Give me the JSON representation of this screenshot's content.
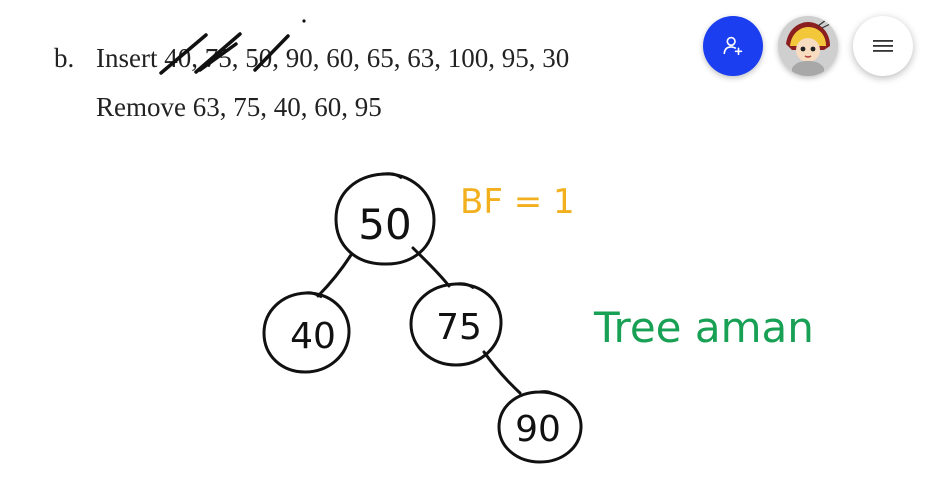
{
  "problem": {
    "marker": "b.",
    "insert_line": "Insert 40, 75, 50, 90, 60, 65, 63, 100, 95, 30",
    "remove_line": "Remove 63, 75, 40, 60, 95"
  },
  "annotations": {
    "balance_factor": "BF = 1",
    "status_note": "Tree aman"
  },
  "tree": {
    "nodes": [
      "50",
      "40",
      "75",
      "90"
    ]
  },
  "colors": {
    "ink": "#111111",
    "balance_factor": "#f2b01e",
    "status_note": "#18a055",
    "add_user_button": "#1a3ef0"
  },
  "toolbar": {
    "icons": [
      "add-user-icon",
      "avatar",
      "hamburger-menu-icon"
    ]
  }
}
